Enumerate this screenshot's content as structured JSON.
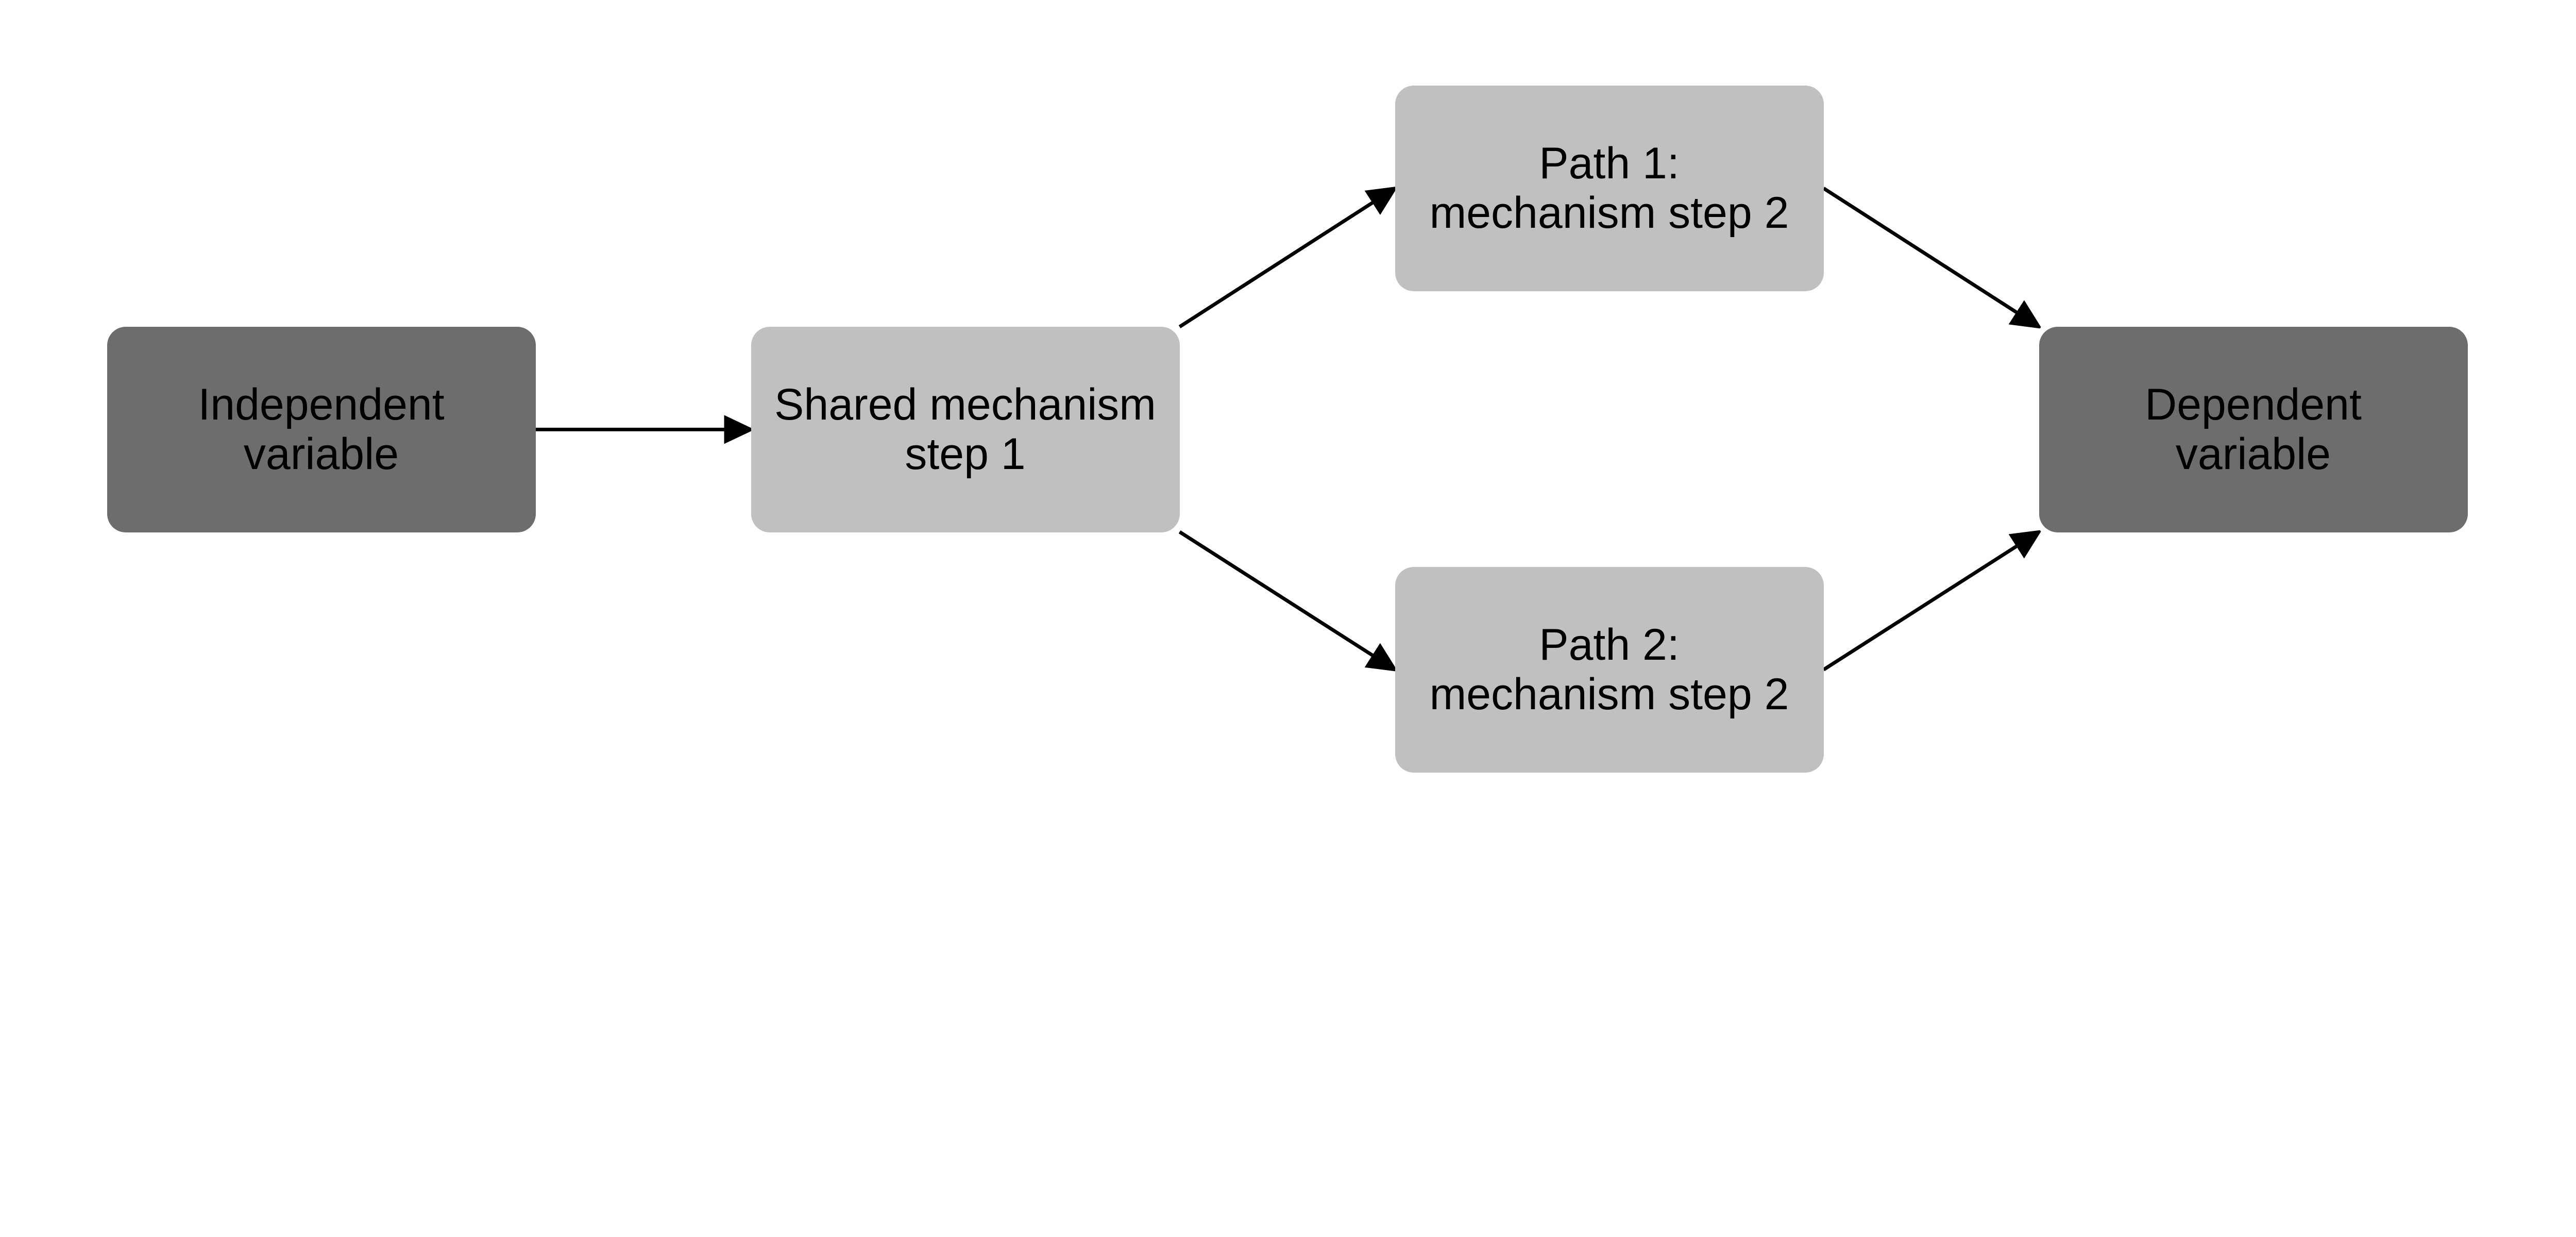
{
  "colors": {
    "dark_node": "#6d6d6d",
    "light_node": "#c0c0c0",
    "edge": "#000000"
  },
  "nodes": [
    {
      "id": "independent",
      "label": "Independent\nvariable",
      "style": "dark"
    },
    {
      "id": "shared",
      "label": "Shared mechanism\nstep 1",
      "style": "light"
    },
    {
      "id": "path1",
      "label": "Path 1:\nmechanism step 2",
      "style": "light"
    },
    {
      "id": "path2",
      "label": "Path 2:\nmechanism step 2",
      "style": "light"
    },
    {
      "id": "dependent",
      "label": "Dependent\nvariable",
      "style": "dark"
    }
  ],
  "edges": [
    {
      "from": "independent",
      "to": "shared"
    },
    {
      "from": "shared",
      "to": "path1"
    },
    {
      "from": "shared",
      "to": "path2"
    },
    {
      "from": "path1",
      "to": "dependent"
    },
    {
      "from": "path2",
      "to": "dependent"
    }
  ]
}
